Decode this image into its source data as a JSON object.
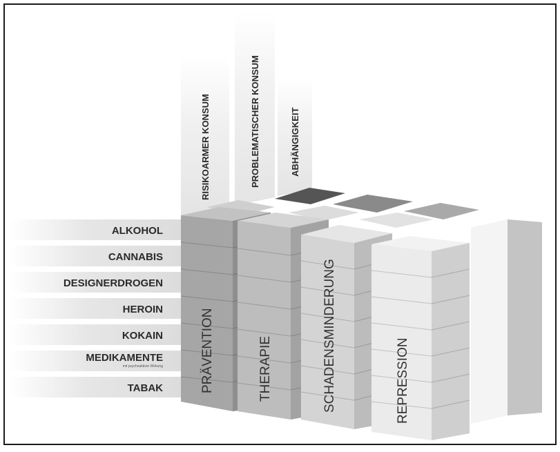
{
  "consumption_levels": [
    "RISIKOARMER KONSUM",
    "PROBLEMATISCHER KONSUM",
    "ABHÄNGIGKEIT"
  ],
  "substances": [
    {
      "label": "ALKOHOL",
      "sublabel": ""
    },
    {
      "label": "CANNABIS",
      "sublabel": ""
    },
    {
      "label": "DESIGNERDROGEN",
      "sublabel": ""
    },
    {
      "label": "HEROIN",
      "sublabel": ""
    },
    {
      "label": "KOKAIN",
      "sublabel": ""
    },
    {
      "label": "MEDIKAMENTE",
      "sublabel": "mit psychoaktiver Wirkung"
    },
    {
      "label": "TABAK",
      "sublabel": ""
    }
  ],
  "pillars": [
    "PRÄVENTION",
    "THERAPIE",
    "SCHADENSMINDERUNG",
    "REPRESSION"
  ],
  "colors": {
    "frame": "#1a1a1a",
    "pillar_1": "#a6a6a6",
    "pillar_2": "#bdbdbd",
    "pillar_3": "#d4d4d4",
    "pillar_4": "#ebebeb",
    "row_band": "#ececec",
    "dark_top": "#5a5a5a"
  }
}
